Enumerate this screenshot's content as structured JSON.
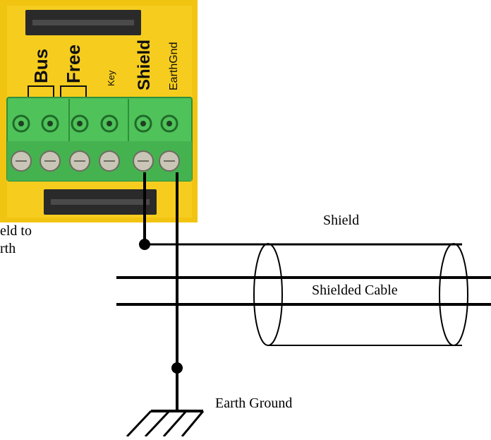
{
  "colors": {
    "module_body": "#f2c412",
    "module_body_dark": "#c99a00",
    "terminal_block": "#4fc25a",
    "terminal_block_dark": "#2f8f3a",
    "slot": "#2a2a2a",
    "screw": "#c9c6b8",
    "wire": "#000000"
  },
  "module": {
    "labels": [
      "Bus",
      "Free",
      "Key",
      "Shield",
      "EarthGnd"
    ]
  },
  "annotations": {
    "shield_label": "Shield",
    "cable_label": "Shielded Cable",
    "earth_label": "Earth Ground",
    "note_line1": "eld to",
    "note_line2": "rth"
  }
}
